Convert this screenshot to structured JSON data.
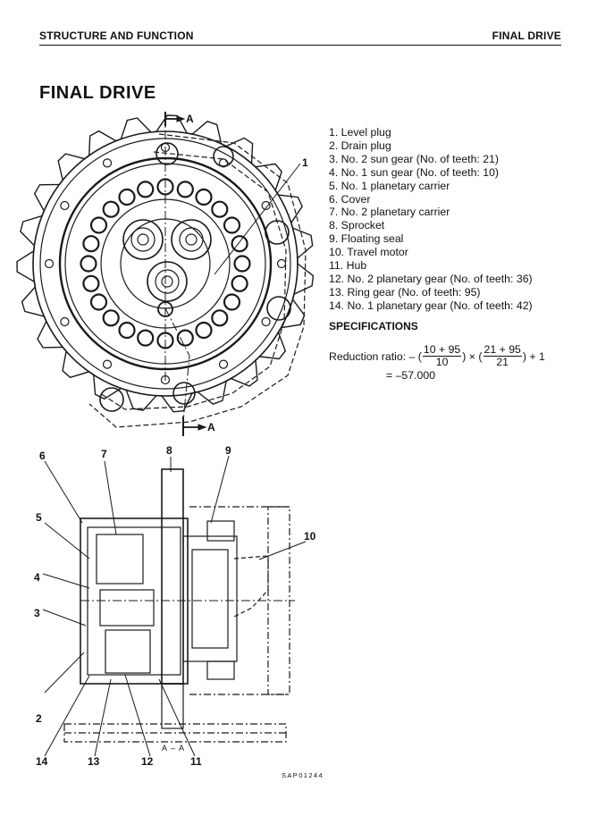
{
  "header": {
    "section": "STRUCTURE AND FUNCTION",
    "topic": "FINAL DRIVE"
  },
  "page_title": "FINAL DRIVE",
  "parts": [
    "1. Level plug",
    "2. Drain plug",
    "3. No. 2 sun gear (No. of teeth: 21)",
    "4. No. 1 sun gear (No. of teeth: 10)",
    "5. No. 1 planetary carrier",
    "6. Cover",
    "7. No. 2 planetary carrier",
    "8. Sprocket",
    "9. Floating seal",
    "10. Travel motor",
    "11. Hub",
    "12. No. 2 planetary gear (No. of teeth: 36)",
    "13. Ring gear (No. of teeth: 95)",
    "14. No. 1 planetary gear (No. of teeth: 42)"
  ],
  "specifications": {
    "heading": "SPECIFICATIONS",
    "label": "Reduction ratio: –",
    "frac1_num": "10 + 95",
    "frac1_den": "10",
    "times": "×",
    "frac2_num": "21 + 95",
    "frac2_den": "21",
    "plus": "+ 1",
    "result": "= –57.000"
  },
  "figure": {
    "section_marker": "A",
    "section_caption": "A – A",
    "drawing_id": "SAP01244",
    "callouts": [
      "1",
      "2",
      "3",
      "4",
      "5",
      "6",
      "7",
      "8",
      "9",
      "10",
      "11",
      "12",
      "13",
      "14"
    ]
  }
}
